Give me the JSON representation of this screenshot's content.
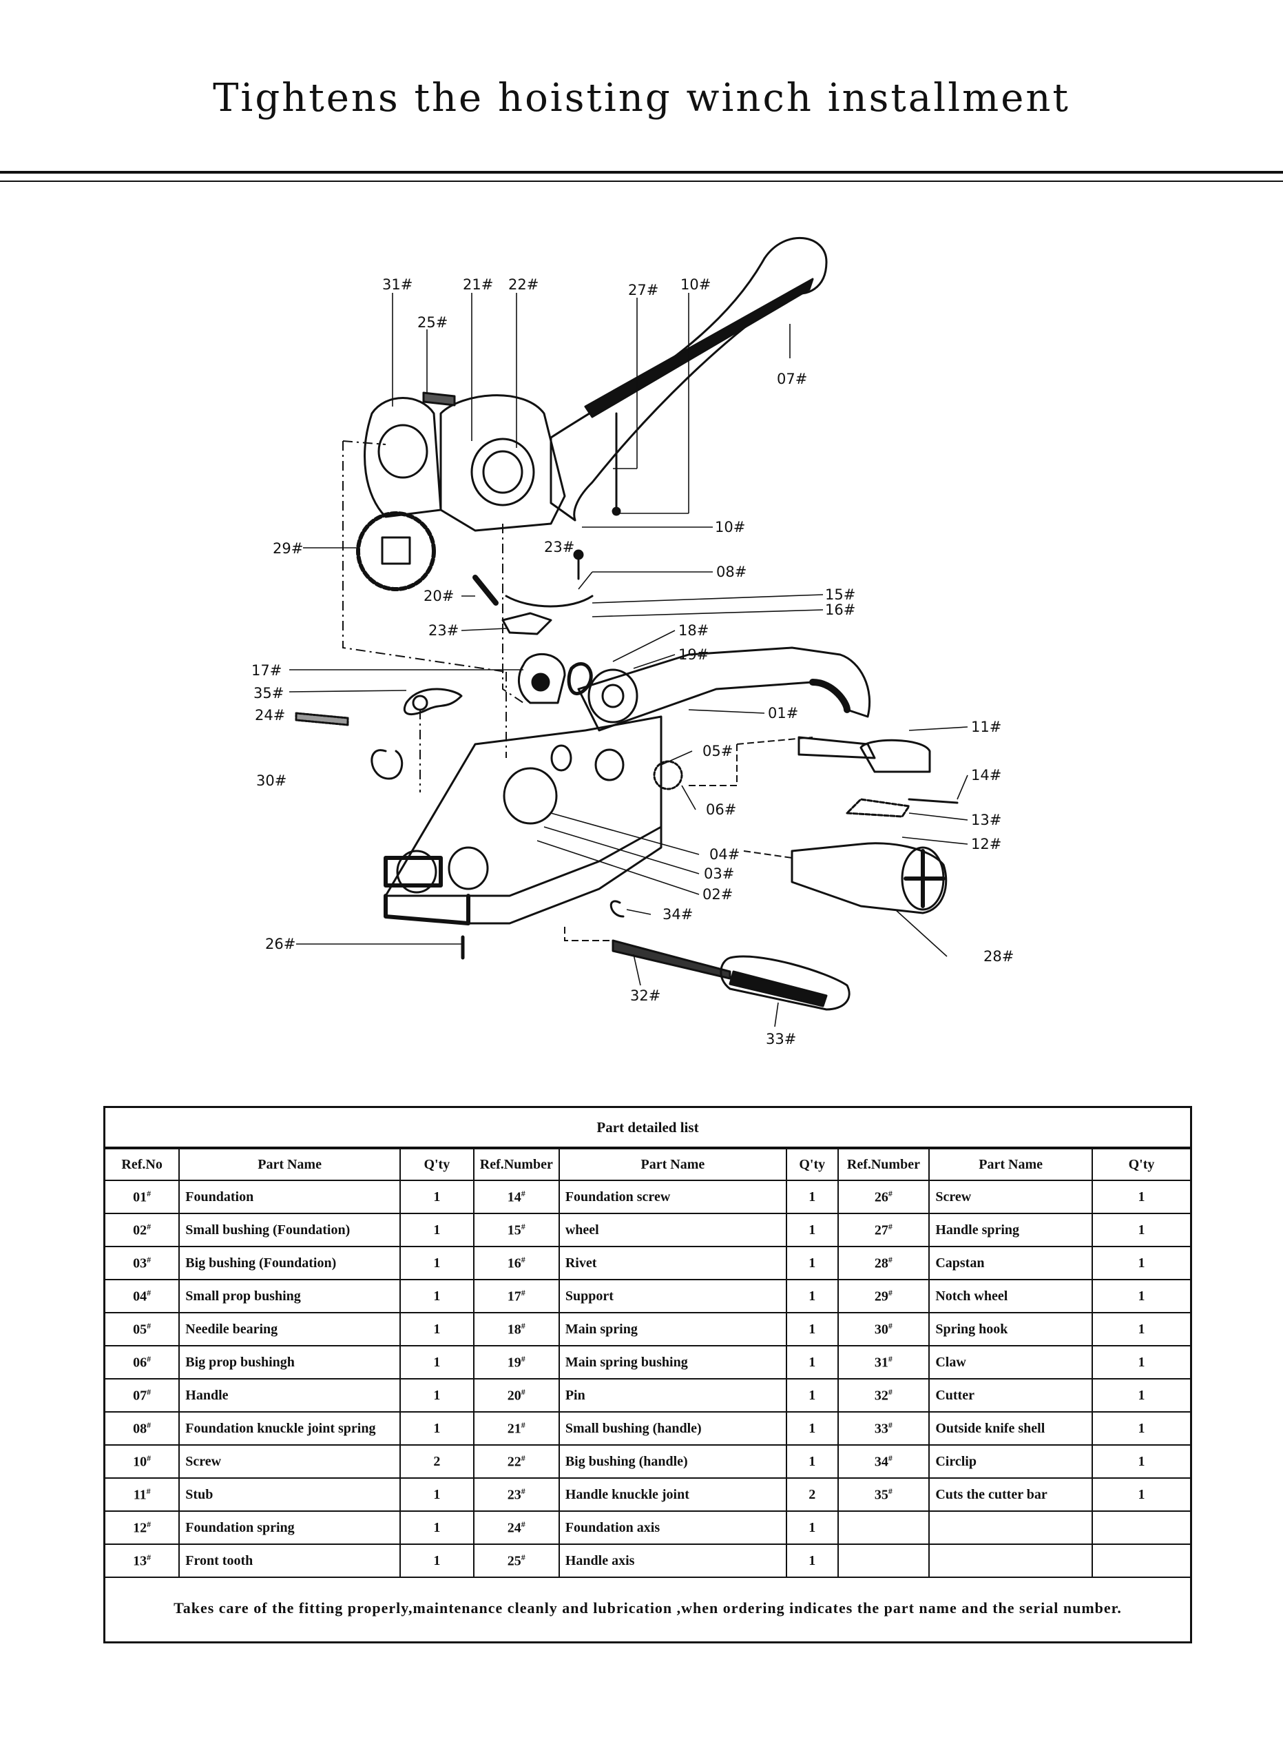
{
  "title": "Tightens the hoisting winch installment",
  "callouts": {
    "c31": "31#",
    "c25": "25#",
    "c21": "21#",
    "c22": "22#",
    "c27": "27#",
    "c10a": "10#",
    "c07": "07#",
    "c29": "29#",
    "c23a": "23#",
    "c10b": "10#",
    "c08": "08#",
    "c20": "20#",
    "c15": "15#",
    "c16": "16#",
    "c23b": "23#",
    "c18": "18#",
    "c19": "19#",
    "c17": "17#",
    "c35": "35#",
    "c24": "24#",
    "c01": "01#",
    "c11": "11#",
    "c05": "05#",
    "c14": "14#",
    "c30": "30#",
    "c06": "06#",
    "c13": "13#",
    "c12": "12#",
    "c04": "04#",
    "c03": "03#",
    "c02": "02#",
    "c34": "34#",
    "c26": "26#",
    "c28": "28#",
    "c32": "32#",
    "c33": "33#"
  },
  "table": {
    "caption": "Part detailed list",
    "headers": [
      "Ref.No",
      "Part Name",
      "Q'ty",
      "Ref.Number",
      "Part Name",
      "Q'ty",
      "Ref.Number",
      "Part Name",
      "Q'ty"
    ],
    "rows": [
      [
        {
          "ref": "01",
          "name": "Foundation",
          "qty": "1"
        },
        {
          "ref": "14",
          "name": "Foundation screw",
          "qty": "1"
        },
        {
          "ref": "26",
          "name": "Screw",
          "qty": "1"
        }
      ],
      [
        {
          "ref": "02",
          "name": "Small bushing (Foundation)",
          "qty": "1"
        },
        {
          "ref": "15",
          "name": "wheel",
          "qty": "1"
        },
        {
          "ref": "27",
          "name": "Handle spring",
          "qty": "1"
        }
      ],
      [
        {
          "ref": "03",
          "name": "Big bushing (Foundation)",
          "qty": "1"
        },
        {
          "ref": "16",
          "name": "Rivet",
          "qty": "1"
        },
        {
          "ref": "28",
          "name": "Capstan",
          "qty": "1"
        }
      ],
      [
        {
          "ref": "04",
          "name": "Small prop bushing",
          "qty": "1"
        },
        {
          "ref": "17",
          "name": "Support",
          "qty": "1"
        },
        {
          "ref": "29",
          "name": "Notch wheel",
          "qty": "1"
        }
      ],
      [
        {
          "ref": "05",
          "name": "Needile bearing",
          "qty": "1"
        },
        {
          "ref": "18",
          "name": "Main spring",
          "qty": "1"
        },
        {
          "ref": "30",
          "name": "Spring hook",
          "qty": "1"
        }
      ],
      [
        {
          "ref": "06",
          "name": "Big prop bushingh",
          "qty": "1"
        },
        {
          "ref": "19",
          "name": "Main spring bushing",
          "qty": "1"
        },
        {
          "ref": "31",
          "name": "Claw",
          "qty": "1"
        }
      ],
      [
        {
          "ref": "07",
          "name": "Handle",
          "qty": "1"
        },
        {
          "ref": "20",
          "name": "Pin",
          "qty": "1"
        },
        {
          "ref": "32",
          "name": "Cutter",
          "qty": "1"
        }
      ],
      [
        {
          "ref": "08",
          "name": "Foundation knuckle joint spring",
          "qty": "1"
        },
        {
          "ref": "21",
          "name": "Small bushing (handle)",
          "qty": "1"
        },
        {
          "ref": "33",
          "name": "Outside knife shell",
          "qty": "1"
        }
      ],
      [
        {
          "ref": "10",
          "name": "Screw",
          "qty": "2"
        },
        {
          "ref": "22",
          "name": "Big bushing (handle)",
          "qty": "1"
        },
        {
          "ref": "34",
          "name": "Circlip",
          "qty": "1"
        }
      ],
      [
        {
          "ref": "11",
          "name": "Stub",
          "qty": "1"
        },
        {
          "ref": "23",
          "name": "Handle knuckle joint",
          "qty": "2"
        },
        {
          "ref": "35",
          "name": "Cuts the cutter bar",
          "qty": "1"
        }
      ],
      [
        {
          "ref": "12",
          "name": "Foundation spring",
          "qty": "1"
        },
        {
          "ref": "24",
          "name": "Foundation axis",
          "qty": "1"
        },
        {
          "ref": "",
          "name": "",
          "qty": ""
        }
      ],
      [
        {
          "ref": "13",
          "name": "Front tooth",
          "qty": "1"
        },
        {
          "ref": "25",
          "name": "Handle axis",
          "qty": "1"
        },
        {
          "ref": "",
          "name": "",
          "qty": ""
        }
      ]
    ],
    "note": "Takes care of the fitting properly,maintenance cleanly and lubrication ,when ordering indicates the part name and the serial number."
  }
}
